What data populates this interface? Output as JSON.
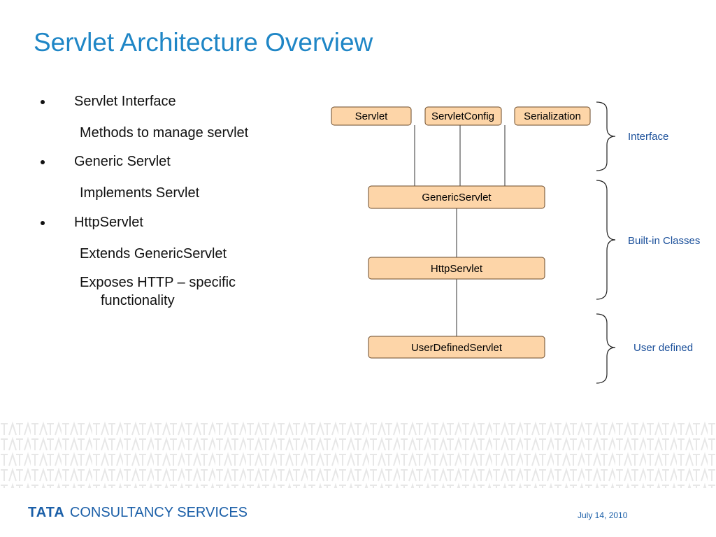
{
  "title": "Servlet Architecture Overview",
  "bullets": [
    {
      "text": "Servlet Interface",
      "subs": [
        "Methods to manage servlet"
      ]
    },
    {
      "text": "Generic Servlet",
      "subs": [
        "Implements Servlet"
      ]
    },
    {
      "text": "HttpServlet",
      "subs": [
        "Extends GenericServlet",
        "Exposes HTTP – specific",
        "functionality"
      ]
    }
  ],
  "diagram": {
    "interfaces": [
      "Servlet",
      "ServletConfig",
      "Serialization"
    ],
    "generic_servlet": "GenericServlet",
    "http_servlet": "HttpServlet",
    "user_servlet": "UserDefinedServlet",
    "brace_labels": {
      "interface": "Interface",
      "builtin": "Built-in Classes",
      "user": "User defined"
    },
    "box_fill": "#fdd5a8",
    "box_stroke": "#6b4a2a",
    "line_color": "#333333"
  },
  "footer": {
    "brand": "TATA",
    "company": "CONSULTANCY SERVICES",
    "date": "July 14, 2010"
  },
  "colors": {
    "title": "#1f86c6",
    "brace_text": "#1a4f9a",
    "footer_text": "#1b5fa8",
    "pattern": "#e3e3e3"
  }
}
